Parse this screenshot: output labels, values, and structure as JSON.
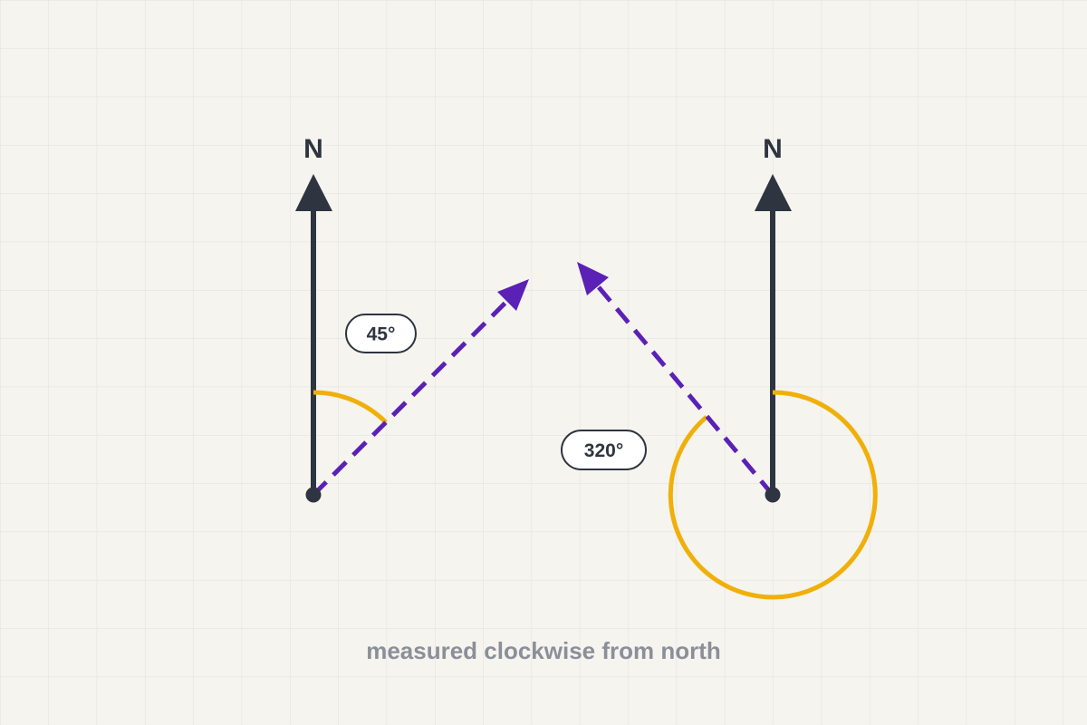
{
  "colors": {
    "background": "#f6f4ef",
    "grid": "#e2e0dc",
    "north_arrow": "#2e3440",
    "bearing_arrow": "#5b21b6",
    "angle_arc": "#f0b00a",
    "label_fill": "#ffffff",
    "label_stroke": "#2e3440",
    "caption": "#8a8f99"
  },
  "diagrams": [
    {
      "north_label": "N",
      "bearing_deg": 45,
      "angle_label": "45°"
    },
    {
      "north_label": "N",
      "bearing_deg": 320,
      "angle_label": "320°"
    }
  ],
  "caption": "measured clockwise from north"
}
